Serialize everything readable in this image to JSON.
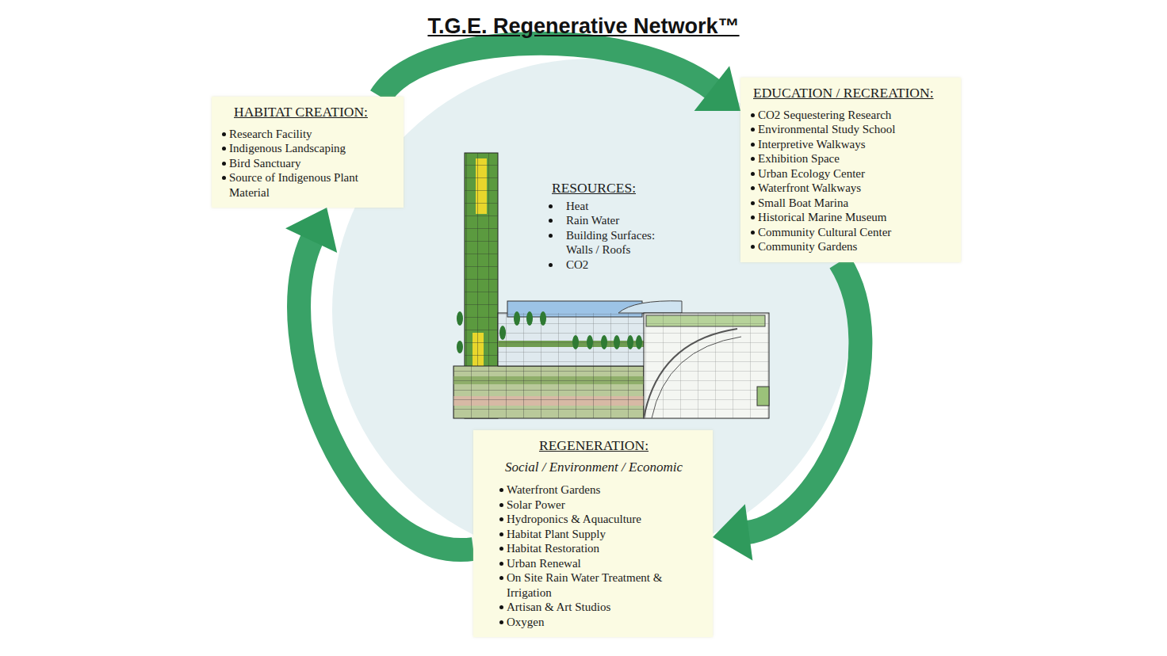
{
  "diagram": {
    "title": "T.G.E. Regenerative Network™",
    "nodes": [
      {
        "text": [
          "HABITAT CREATION:",
          "Research Facility",
          "Indigenous Landscaping",
          "Bird Sanctuary",
          "Source of Indigenous Plant Material"
        ]
      },
      {
        "text": [
          "EDUCATION / RECREATION:",
          "CO2 Sequestering Research",
          "Environmental Study School",
          "Interpretive Walkways",
          "Exhibition Space",
          "Urban Ecology Center",
          "Waterfront Walkways",
          "Small Boat Marina",
          "Historical Marine Museum",
          "Community Cultural Center",
          "Community Gardens"
        ]
      },
      {
        "text": [
          "RESOURCES:",
          "Heat",
          "Rain Water",
          "Building Surfaces: Walls / Roofs",
          "CO2"
        ]
      },
      {
        "text": [
          "REGENERATION:",
          "Social / Environment / Economic",
          "Waterfront Gardens",
          "Solar Power",
          "Hydroponics & Aquaculture",
          "Habitat Plant Supply",
          "Habitat Restoration",
          "Urban Renewal",
          "On Site Rain Water Treatment & Irrigation",
          "Artisan & Art Studios",
          "Oxygen"
        ]
      }
    ],
    "edges": [
      {
        "from": 0,
        "to": 1,
        "arrow": "to"
      },
      {
        "from": 1,
        "to": 3,
        "arrow": "to"
      },
      {
        "from": 3,
        "to": 0,
        "arrow": "to"
      }
    ]
  }
}
